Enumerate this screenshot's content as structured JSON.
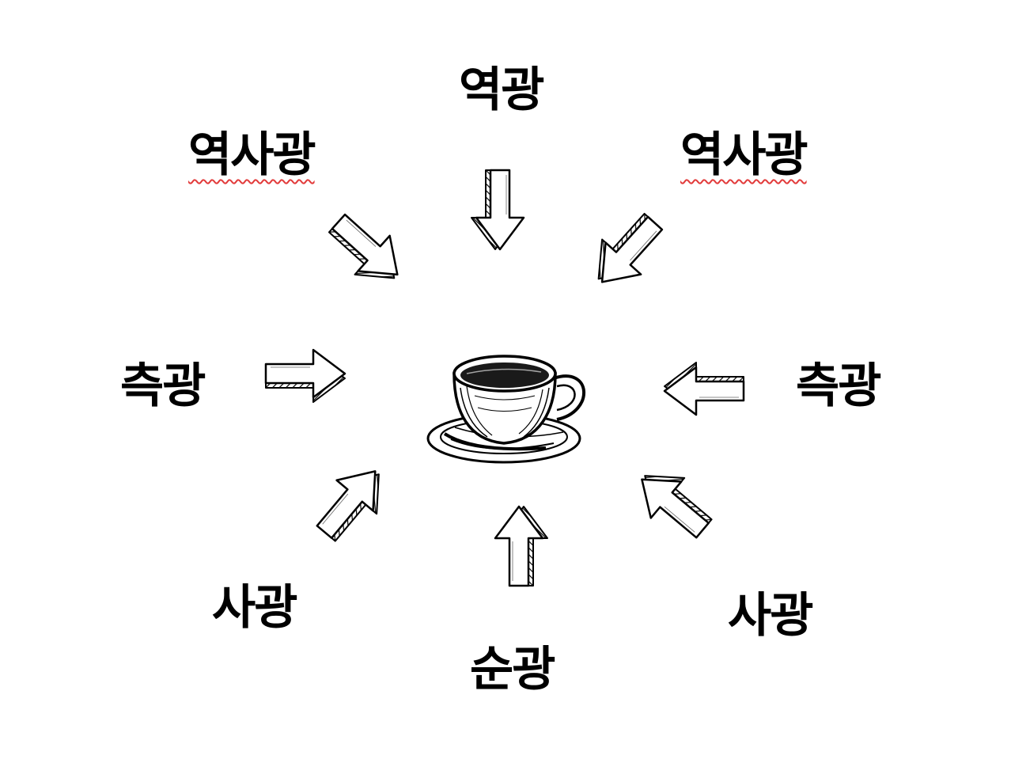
{
  "labels": {
    "top": "역광",
    "top_left": "역사광",
    "top_right": "역사광",
    "left": "측광",
    "right": "측광",
    "bottom_left": "사광",
    "bottom_right": "사광",
    "bottom": "순광"
  },
  "icons": {
    "center": "coffee-cup-icon",
    "arrow": "arrow-icon"
  },
  "colors": {
    "ink": "#000000",
    "spellcheck": "#e23b3b",
    "background": "#ffffff"
  }
}
